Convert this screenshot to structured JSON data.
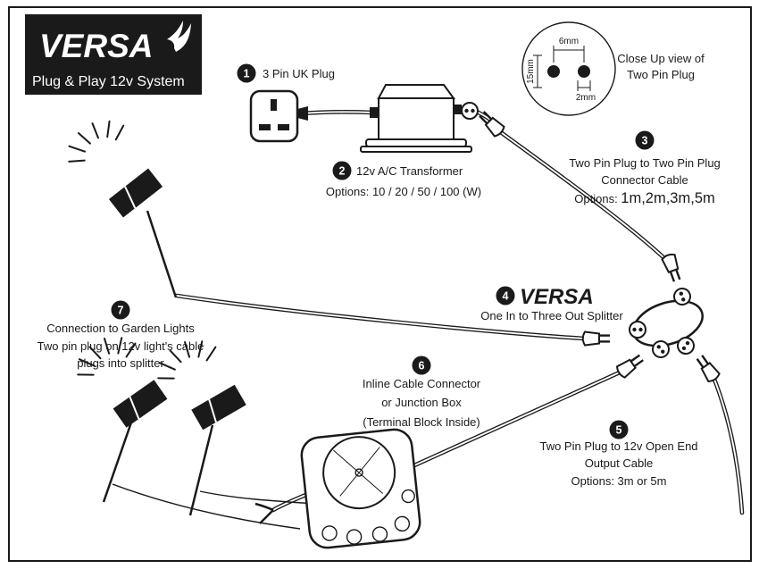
{
  "header": {
    "brand": "VERSA",
    "subtitle": "Plug & Play 12v System"
  },
  "closeup": {
    "dim_width": "6mm",
    "dim_height": "15mm",
    "dim_pin": "2mm",
    "caption_line1": "Close Up view of",
    "caption_line2": "Two Pin Plug"
  },
  "item1": {
    "num": "1",
    "label": "3 Pin UK Plug"
  },
  "item2": {
    "num": "2",
    "title": "12v A/C Transformer",
    "options": "Options: 10 / 20 / 50 / 100 (W)"
  },
  "item3": {
    "num": "3",
    "line1": "Two Pin Plug to Two Pin Plug",
    "line2": "Connector Cable",
    "options_label": "Options: ",
    "options_sizes": "1m,2m,3m,5m"
  },
  "item4": {
    "num": "4",
    "brand": "VERSA",
    "line": "One In to Three Out Splitter"
  },
  "item5": {
    "num": "5",
    "line1": "Two Pin Plug to 12v Open End",
    "line2": "Output Cable",
    "line3": "Options:  3m or 5m"
  },
  "item6": {
    "num": "6",
    "line1": "Inline Cable Connector",
    "line2": "or Junction Box",
    "line3": "(Terminal Block Inside)"
  },
  "item7": {
    "num": "7",
    "line1": "Connection to Garden Lights",
    "line2": "Two pin plug on 12v light's cable",
    "line3": "plugs into splitter"
  }
}
